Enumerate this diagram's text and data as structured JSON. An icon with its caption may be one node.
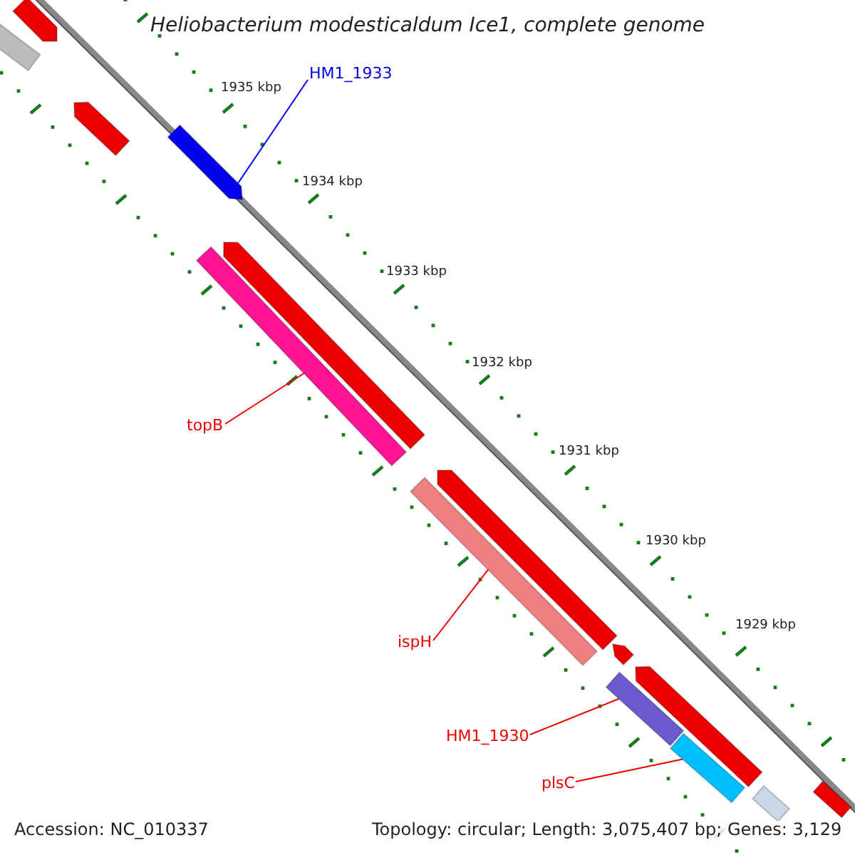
{
  "diagram": {
    "title": "Heliobacterium modesticaldum Ice1, complete genome",
    "nodes": [
      {
        "text": [
          "HM1_1933"
        ]
      },
      {
        "text": [],
        "shape": "bar"
      },
      {
        "text": [
          "topB"
        ]
      },
      {
        "text": [],
        "shape": "bar"
      },
      {
        "text": [
          "ispH"
        ]
      },
      {
        "text": [],
        "shape": "bar"
      },
      {
        "text": [
          "HM1_1930"
        ]
      },
      {
        "text": [],
        "shape": "bar"
      },
      {
        "text": [
          "plsC"
        ]
      },
      {
        "text": [],
        "shape": "bar"
      },
      {
        "text": [],
        "shape": "bar"
      },
      {
        "text": [],
        "shape": "bar"
      },
      {
        "text": [],
        "shape": "bar"
      },
      {
        "text": [],
        "shape": "bar"
      },
      {
        "text": [],
        "shape": "bar"
      },
      {
        "text": [],
        "shape": "bar"
      },
      {
        "text": [],
        "shape": "bar"
      },
      {
        "text": [],
        "shape": "bar"
      },
      {
        "text": [],
        "shape": "bar"
      }
    ],
    "edges": [
      {
        "from": 0,
        "to": 1,
        "arrow": "none",
        "color": "#0000ff"
      },
      {
        "from": 2,
        "to": 3,
        "arrow": "none"
      },
      {
        "from": 4,
        "to": 5,
        "arrow": "none"
      },
      {
        "from": 6,
        "to": 7,
        "arrow": "none"
      },
      {
        "from": 8,
        "to": 9,
        "arrow": "none"
      }
    ],
    "labels": [
      "1935 kbp",
      "1934 kbp",
      "1933 kbp",
      "1932 kbp",
      "1931 kbp",
      "1930 kbp",
      "1929 kbp",
      "Accession: NC_010337",
      "Topology: circular; Length: 3,075,407 bp; Genes: 3,129"
    ]
  }
}
